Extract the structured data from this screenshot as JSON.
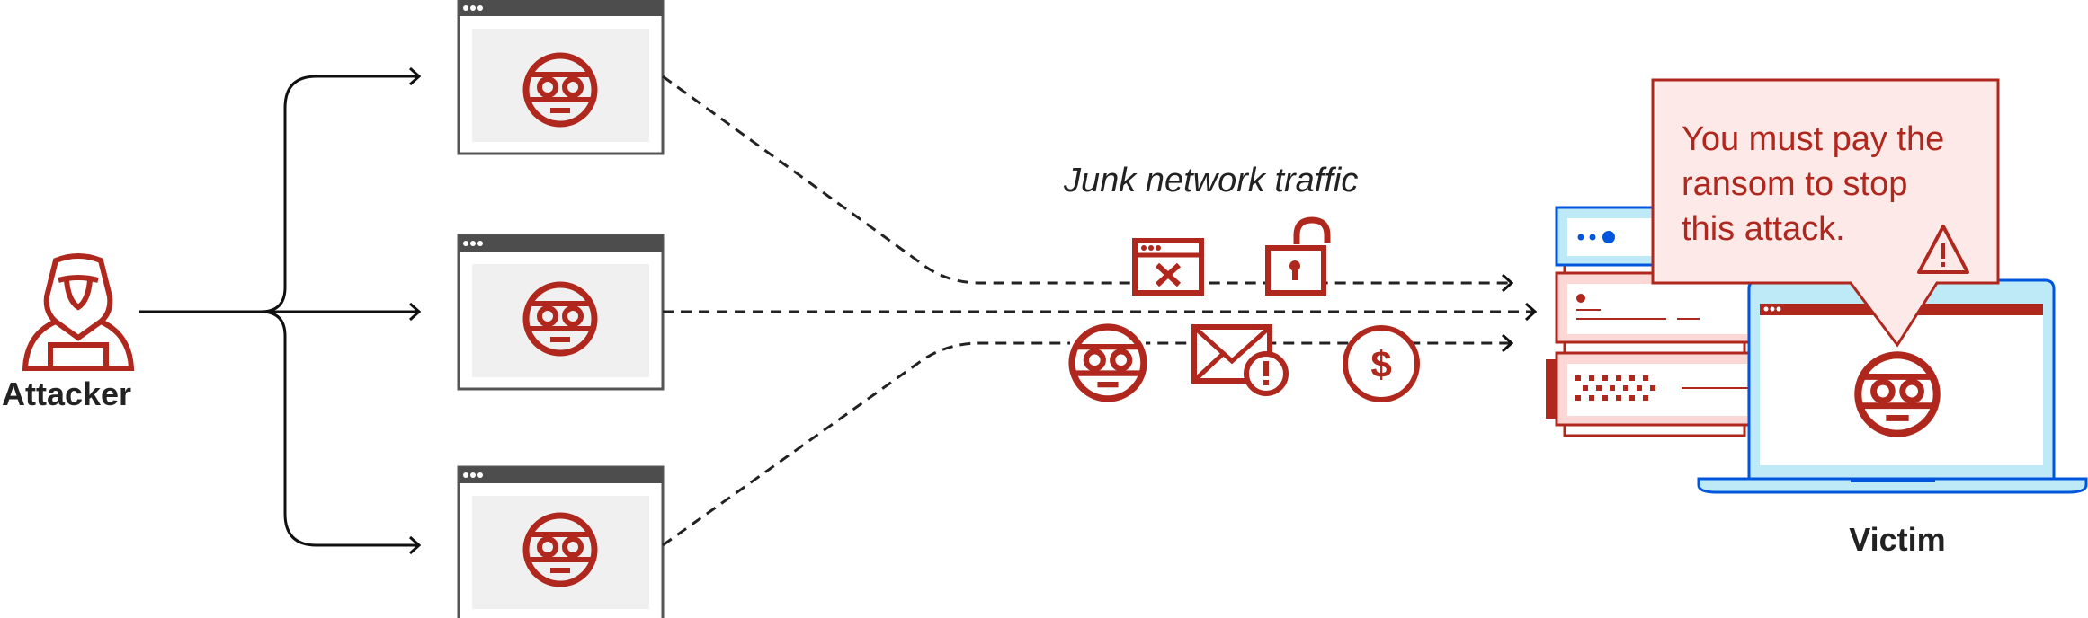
{
  "diagram": {
    "attacker": {
      "label": "Attacker",
      "icon": "hooded-attacker-icon"
    },
    "bots": [
      {
        "icon": "bot-face-icon"
      },
      {
        "icon": "bot-face-icon"
      },
      {
        "icon": "bot-face-icon"
      }
    ],
    "traffic": {
      "label": "Junk network traffic",
      "icons": [
        "browser-error-icon",
        "unlocked-padlock-icon",
        "bot-face-icon",
        "email-alert-icon",
        "dollar-coin-icon"
      ]
    },
    "victim": {
      "label": "Victim",
      "ransom_message": [
        "You must pay the",
        "ransom to stop",
        "this attack."
      ],
      "warning_icon": "warning-triangle-icon"
    },
    "colors": {
      "accent_red": "#b0271d",
      "window_gray": "#4d4d4d",
      "victim_blue": "#0055dd",
      "light_blue": "#bdeaf6",
      "callout_pink": "#fde9e8"
    }
  }
}
